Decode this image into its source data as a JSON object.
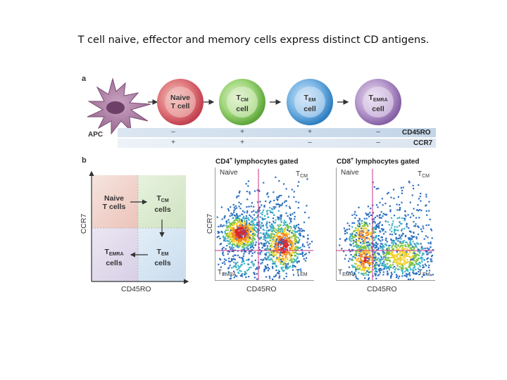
{
  "slide": {
    "title": "T cell naive, effector and memory cells express distinct CD antigens."
  },
  "panel_a": {
    "letter": "a",
    "apc_label": "APC",
    "cells": [
      {
        "main": "Naive",
        "second": "T cell",
        "sub": "",
        "color": "#cf4b58"
      },
      {
        "main": "T",
        "sub": "CM",
        "second": "cell",
        "color": "#6fbd4b"
      },
      {
        "main": "T",
        "sub": "EM",
        "second": "cell",
        "color": "#3b8fd0"
      },
      {
        "main": "T",
        "sub": "EMRA",
        "second": "cell",
        "color": "#9c74b8"
      }
    ],
    "markers": [
      {
        "name": "CD45RO",
        "signs": [
          "–",
          "+",
          "+",
          "–"
        ]
      },
      {
        "name": "CCR7",
        "signs": [
          "+",
          "+",
          "–",
          "–"
        ]
      }
    ]
  },
  "panel_b": {
    "letter": "b",
    "xlabel": "CD45RO",
    "ylabel": "CCR7",
    "quadrants": {
      "top_left": {
        "line1": "Naive",
        "line2": "T cells",
        "color": "#f3d9d3"
      },
      "top_right": {
        "main": "T",
        "sub": "CM",
        "line2": "cells",
        "color": "#dcebd2"
      },
      "bottom_left": {
        "main": "T",
        "sub": "EMRA",
        "line2": "cells",
        "color": "#e3dcec"
      },
      "bottom_right": {
        "main": "T",
        "sub": "EM",
        "line2": "cells",
        "color": "#d6e6f3"
      }
    },
    "plots": [
      {
        "title_prefix": "CD4",
        "title_sup": "+",
        "title_suffix": " lymphocytes gated",
        "xlabel": "CD45RO",
        "ylabel": "CCR7",
        "corners": {
          "tl": "Naive",
          "tr_main": "T",
          "tr_sub": "CM",
          "bl_main": "T",
          "bl_sub": "EMRA",
          "br_main": "T",
          "br_sub": "EM"
        }
      },
      {
        "title_prefix": "CD8",
        "title_sup": "+",
        "title_suffix": " lymphocytes gated",
        "xlabel": "CD45RO",
        "ylabel": "",
        "corners": {
          "tl": "Naive",
          "tr_main": "T",
          "tr_sub": "CM",
          "bl_main": "T",
          "bl_sub": "EMRA",
          "br_main": "T",
          "br_sub": "EM"
        }
      }
    ]
  }
}
